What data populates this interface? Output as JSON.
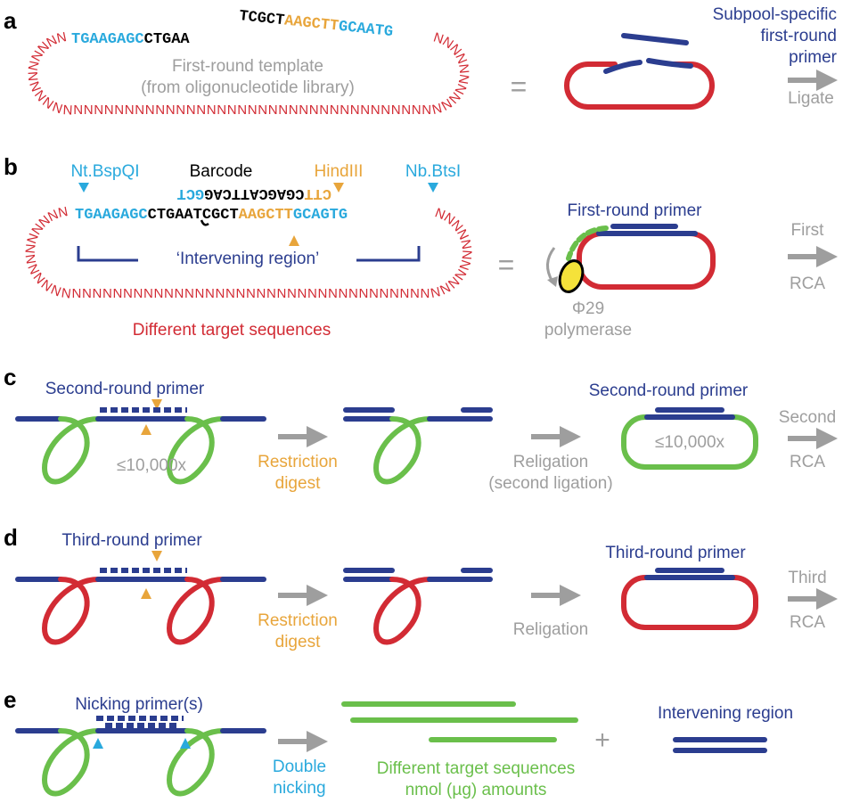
{
  "colors": {
    "dark_blue": "#2b3d8f",
    "red": "#d22b34",
    "green": "#6abf4b",
    "orange": "#e8a53b",
    "cyan": "#29a9dd",
    "gray": "#9e9e9e",
    "yellow": "#f5e23a"
  },
  "panel_a": {
    "letter": "a",
    "seq_left_cyan": "TGAAGAGC",
    "seq_left_black": "CTGAA",
    "seq_right_black": "TCGCT",
    "seq_right_orange1": "AAGCTT",
    "seq_right_cyan": "GCAATG",
    "n_char": "N",
    "template_label_1": "First-round template",
    "template_label_2": "(from oligonucleotide library)",
    "equals": "=",
    "primer_label_1": "Subpool-specific",
    "primer_label_2": "first-round",
    "primer_label_3": "primer",
    "step_label": "Ligate"
  },
  "panel_b": {
    "letter": "b",
    "site_1": "Nt.BspQI",
    "site_2": "Barcode",
    "site_3": "HindIII",
    "site_4": "Nb.BtsI",
    "top_seq_cyan": "GCT",
    "top_seq_black": "CGAGCATTCAG",
    "top_seq_orange": "CTT",
    "bottom_seq_cyan1": "TGAAGAGC",
    "bottom_seq_black": "CTGAATCGCT",
    "bottom_seq_orange": "AAGCTT",
    "bottom_seq_cyan2": "GCAGTG",
    "intervening": "‘Intervening region’",
    "targets": "Different target sequences",
    "equals": "=",
    "primer_label": "First-round primer",
    "polymerase_1": "Φ29",
    "polymerase_2": "polymerase",
    "step_1": "First",
    "step_2": "RCA"
  },
  "panel_c": {
    "letter": "c",
    "primer_label": "Second-round primer",
    "copies": "≤10,000x",
    "digest_1": "Restriction",
    "digest_2": "digest",
    "religation_1": "Religation",
    "religation_2": "(second ligation)",
    "primer_label_right": "Second-round primer",
    "copies_right": "≤10,000x",
    "step_1": "Second",
    "step_2": "RCA"
  },
  "panel_d": {
    "letter": "d",
    "primer_label": "Third-round primer",
    "digest_1": "Restriction",
    "digest_2": "digest",
    "religation": "Religation",
    "primer_label_right": "Third-round primer",
    "step_1": "Third",
    "step_2": "RCA"
  },
  "panel_e": {
    "letter": "e",
    "primer_label": "Nicking primer(s)",
    "nicking_1": "Double",
    "nicking_2": "nicking",
    "targets_1": "Different target sequences",
    "targets_2": "nmol (µg) amounts",
    "plus": "+",
    "intervening": "Intervening region"
  }
}
